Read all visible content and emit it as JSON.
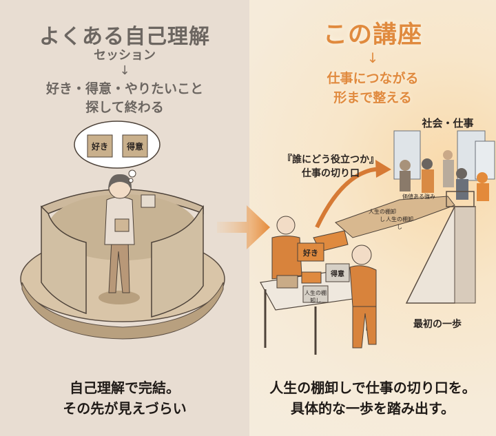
{
  "left": {
    "title": "よくある自己理解",
    "subtitle": "セッション",
    "arrow": "↓",
    "desc_line1": "好き・得意・やりたいこと",
    "desc_line2": "探して終わる",
    "thought_pieces": [
      "好き",
      "得意"
    ],
    "caption_line1": "自己理解で完結。",
    "caption_line2": "その先が見えづらい"
  },
  "right": {
    "title": "この講座",
    "arrow": "↓",
    "desc_line1": "仕事につながる",
    "desc_line2": "形まで整える",
    "society_label": "社会・仕事",
    "entry_label_line1": "『誰にどう役立つか』",
    "entry_label_line2": "仕事の切り口",
    "path_pieces": [
      "価値ある強み",
      "人生の棚卸し",
      "人生の棚卸し"
    ],
    "held_pieces": [
      "好き",
      "得意"
    ],
    "table_piece": "人生の棚卸し",
    "stairs_label": "最初の一歩",
    "caption_line1": "人生の棚卸しで仕事の切り口を。",
    "caption_line2": "具体的な一歩を踏み出す。"
  },
  "colors": {
    "left_bg": "#e8ddd2",
    "right_bg": "#f6ebd9",
    "accent_orange": "#e08a3e",
    "muted_gray": "#6c6661"
  }
}
